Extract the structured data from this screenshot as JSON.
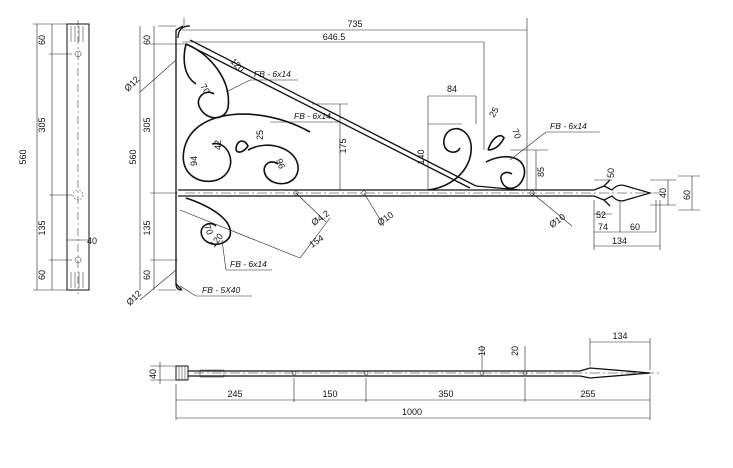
{
  "dimensions": {
    "side_total": "560",
    "side_top": "60",
    "side_upper": "305",
    "side_lower": "135",
    "side_bottom": "60",
    "side_width": "40",
    "main_total": "560",
    "main_top": "60",
    "main_upper": "305",
    "main_lower": "135",
    "main_bottom": "60",
    "overall_length": "735",
    "arm_length": "646.5",
    "scroll_radius_top": "120",
    "scroll_inner_top": "70",
    "curl_height": "175",
    "leaf_angle_left": "42",
    "leaf_len_left": "25",
    "curl_small_left": "94",
    "curl_small_mid": "96",
    "hole_dia": "Ø4.2",
    "hole_span": "154",
    "rod_dia_mid": "Ø10",
    "scroll_radius_bot": "120",
    "scroll_inner_bot": "70",
    "right_scroll_w": "84",
    "right_scroll_h": "140",
    "right_leaf_len": "25",
    "right_leaf_r": "70",
    "right_curl_h": "85",
    "rod_dia_right": "Ø10",
    "tip_a": "50",
    "tip_b": "52",
    "tip_c": "74",
    "tip_d": "60",
    "tip_total": "134",
    "tip_h": "40",
    "tip_h2": "60",
    "pin_top": "Ø12",
    "pin_bottom": "Ø12",
    "bottom_h": "40",
    "bottom_seg1": "245",
    "bottom_seg2": "150",
    "bottom_seg3": "350",
    "bottom_seg4": "255",
    "bottom_total": "1000",
    "bottom_tip": "134",
    "bottom_hole1": "10",
    "bottom_hole2": "20"
  },
  "labels": {
    "fb_top_left": "FB - 6x14",
    "fb_top_mid": "FB - 6x14",
    "fb_right": "FB - 6x14",
    "fb_bottom_left": "FB - 6x14",
    "fb_backplate": "FB - 5X40"
  }
}
